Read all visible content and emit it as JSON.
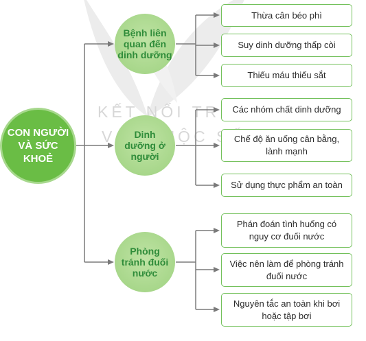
{
  "root": {
    "label": "CON NGƯỜI VÀ SỨC KHOẺ"
  },
  "watermark": {
    "line1": "KẾT NỐI TRI THỨC",
    "line2": "VỚI CUỘC SỐNG"
  },
  "topics": [
    {
      "label": "Bệnh liên quan đến dinh dưỡng",
      "items": [
        "Thừa cân béo phì",
        "Suy dinh dưỡng thấp còi",
        "Thiếu máu thiếu sắt"
      ]
    },
    {
      "label": "Dinh dưỡng ở người",
      "items": [
        "Các nhóm chất dinh dưỡng",
        "Chế độ ăn uống cân bằng, lành mạnh",
        "Sử dụng thực phẩm an toàn"
      ]
    },
    {
      "label": "Phòng tránh đuối nước",
      "items": [
        "Phán đoán tình huống có nguy cơ đuối nước",
        "Việc nên làm để phòng tránh đuối nước",
        "Nguyên tắc an toàn khi bơi hoặc tập bơi"
      ]
    }
  ],
  "colors": {
    "root": "#6abd45",
    "topic": "#a8d78b",
    "topic_text": "#2f8c3a",
    "line": "#7a7a7a",
    "box_border": "#72c05a"
  }
}
